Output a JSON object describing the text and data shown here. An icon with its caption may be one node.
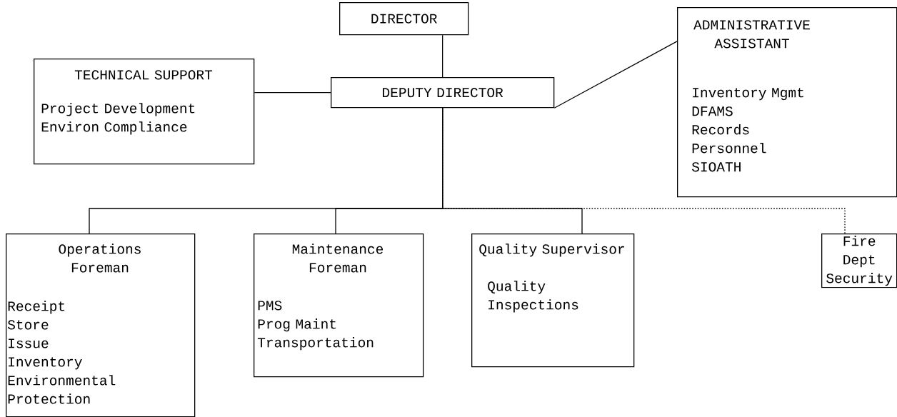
{
  "diagram": {
    "nodes": [
      {
        "text": [
          "DIRECTOR"
        ]
      },
      {
        "text": [
          "DEPUTY DIRECTOR"
        ]
      },
      {
        "text": [
          "TECHNICAL SUPPORT",
          "Project Development",
          "Environ Compliance"
        ]
      },
      {
        "text": [
          "ADMINISTRATIVE ASSISTANT",
          "Inventory Mgmt",
          "DFAMS",
          "Records",
          "Personnel",
          "SIOATH"
        ]
      },
      {
        "text": [
          "Operations Foreman",
          "Receipt",
          "Store",
          "Issue",
          "Inventory",
          "Environmental Protection"
        ]
      },
      {
        "text": [
          "Maintenance Foreman",
          "PMS",
          "Prog Maint",
          "Transportation"
        ]
      },
      {
        "text": [
          "Quality Supervisor",
          "Quality Inspections"
        ]
      },
      {
        "text": [
          "Fire Dept Security"
        ]
      }
    ],
    "edges": [
      {
        "from": 0,
        "to": 1,
        "arrow": "none"
      },
      {
        "from": 1,
        "to": 2,
        "arrow": "none"
      },
      {
        "from": 1,
        "to": 3,
        "arrow": "none"
      },
      {
        "from": 1,
        "to": 4,
        "arrow": "none"
      },
      {
        "from": 1,
        "to": 5,
        "arrow": "none"
      },
      {
        "from": 1,
        "to": 6,
        "arrow": "none"
      },
      {
        "from": 1,
        "to": 7,
        "arrow": "none",
        "style": "dashed"
      }
    ]
  }
}
